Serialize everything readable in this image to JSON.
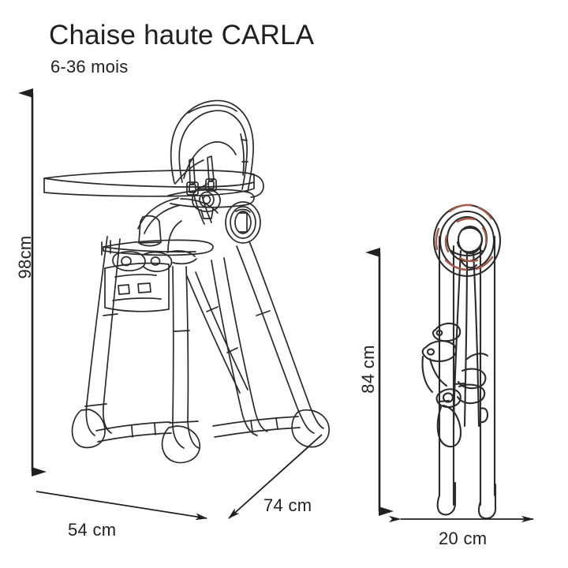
{
  "product": {
    "title": "Chaise haute CARLA",
    "subtitle": "6-36 mois"
  },
  "dimensions": {
    "height_open": "98cm",
    "depth": "54 cm",
    "width_open": "74 cm",
    "height_folded": "84 cm",
    "width_folded": "20 cm"
  },
  "colors": {
    "ink": "#231f20",
    "line": "#2b2b2b",
    "accent": "#a85a4a",
    "background": "#ffffff"
  },
  "views": {
    "open_chair": "high-chair-open-view",
    "folded_chair": "high-chair-folded-view"
  }
}
